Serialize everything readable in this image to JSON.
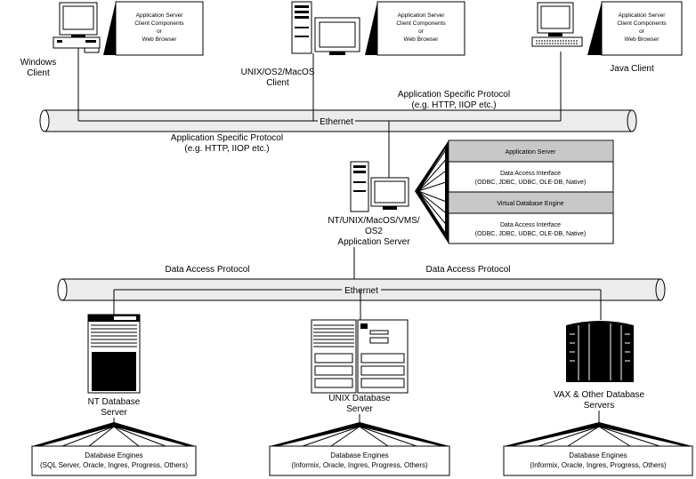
{
  "clients": {
    "windows": {
      "label_line1": "Windows",
      "label_line2": "Client",
      "callout": [
        "Application Server",
        "Client Components",
        "or",
        "Web Browser"
      ]
    },
    "unix": {
      "label_line1": "UNIX/OS2/MacOS",
      "label_line2": "Client",
      "callout": [
        "Application Server",
        "Client Components",
        "or",
        "Web Browser"
      ]
    },
    "java": {
      "label_line1": "Java Client",
      "callout": [
        "Application Server",
        "Client Components",
        "or",
        "Web Browser"
      ]
    }
  },
  "top_network": {
    "ethernet_label": "Ethernet",
    "protocol_right": [
      "Application Specific Protocol",
      "(e.g. HTTP, IIOP etc.)"
    ],
    "protocol_left": [
      "Application Specific Protocol",
      "(e.g. HTTP, IIOP etc.)"
    ]
  },
  "app_server": {
    "label": [
      "NT/UNIX/MacOS/VMS/",
      "OS2",
      "Application Server"
    ],
    "stack": {
      "header1": "Application Server",
      "dai1": [
        "Data Access Interface",
        "(ODBC, JDBC, UDBC, OLE-DB, Native)"
      ],
      "header2": "Virtual Database Engine",
      "dai2": [
        "Data Access Interface",
        "(ODBC, JDBC, UDBC, OLE-DB, Native)"
      ]
    }
  },
  "bottom_network": {
    "ethernet_label": "Ethernet",
    "protocol_left": "Data Access Protocol",
    "protocol_right": "Data Access Protocol"
  },
  "db_servers": {
    "nt": {
      "label": [
        "NT Database",
        "Server"
      ],
      "engines": [
        "Database Engines",
        "(SQL Server, Oracle, Ingres, Progress, Others)"
      ]
    },
    "unix": {
      "label": [
        "UNIX Database",
        "Server"
      ],
      "engines": [
        "Database Engines",
        "(Informix, Oracle, Ingres, Progress, Others)"
      ]
    },
    "vax": {
      "label": [
        "VAX & Other Database",
        "Servers"
      ],
      "engines": [
        "Database Engines",
        "(Informix, Oracle, Ingres, Progress, Others)"
      ]
    }
  },
  "colors": {
    "line": "#000000",
    "pipe_fill": "#ececec",
    "header_fill": "#c8c8c8",
    "screen_fill": "#ffffff",
    "dark_fill": "#000000"
  }
}
